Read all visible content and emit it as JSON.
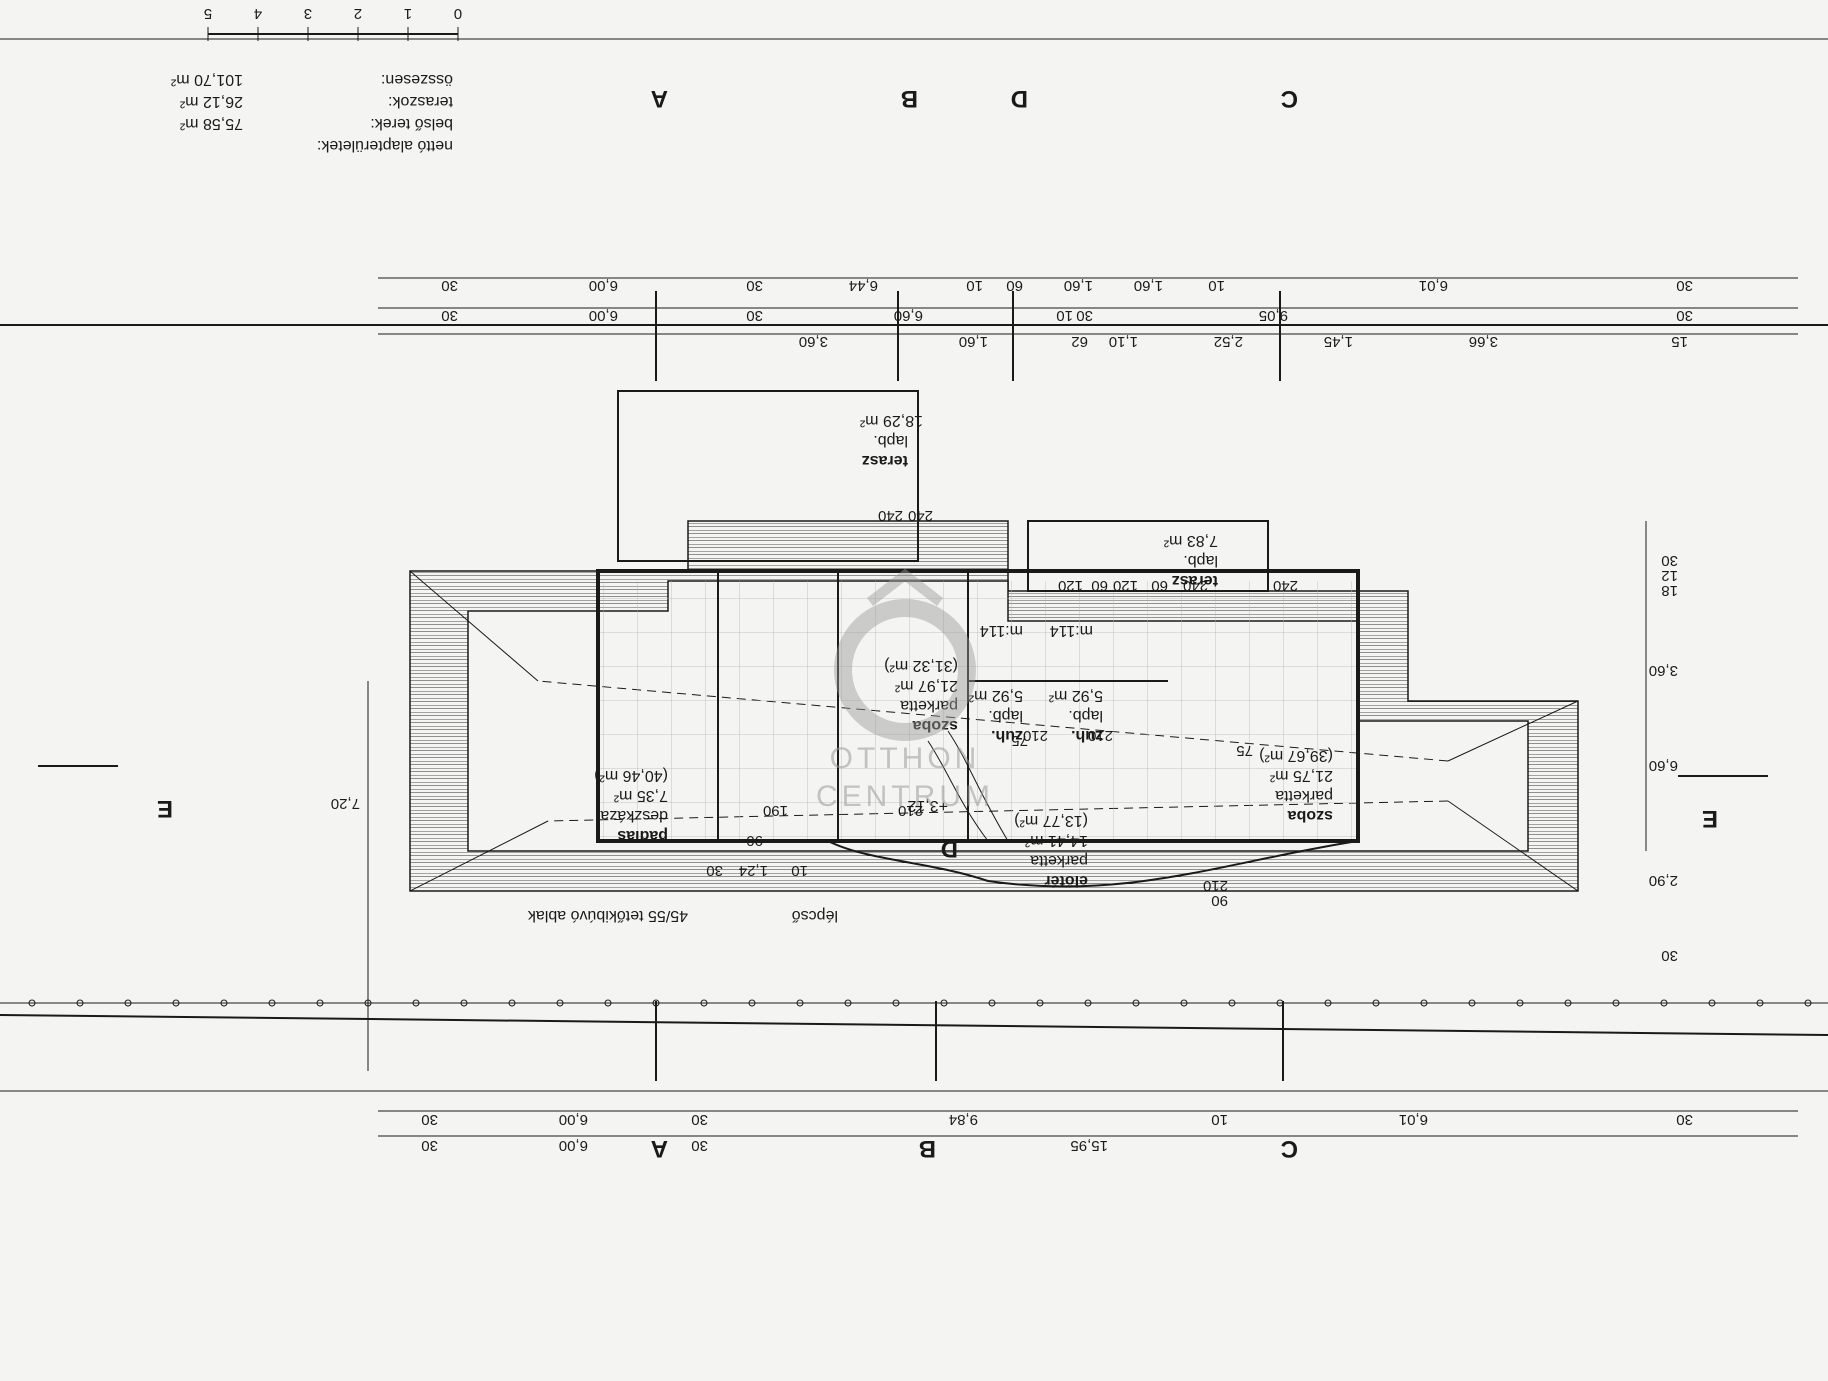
{
  "scale_bar": {
    "ticks": [
      "0",
      "1",
      "2",
      "3",
      "4",
      "5"
    ]
  },
  "areas_summary": {
    "heading": "nettó alapterületek:",
    "rows": [
      {
        "label": "belső terek:",
        "value": "75,58 m²"
      },
      {
        "label": "teraszok:",
        "value": "26,12 m²"
      },
      {
        "label": "összesen:",
        "value": "101,70 m²"
      }
    ]
  },
  "section_marks": {
    "A": "A",
    "B": "B",
    "C": "C",
    "D": "D",
    "E": "E"
  },
  "dims_top_row1": [
    "30",
    "6,00",
    "30",
    "6,44",
    "10",
    "60",
    "1,60",
    "1,60",
    "10",
    "6,01",
    "30"
  ],
  "dims_top_row2": [
    "30",
    "6,00",
    "30",
    "6,60",
    "10",
    "30",
    "9,05",
    "30"
  ],
  "dims_top_row3": [
    "3,60",
    "1,60",
    "62",
    "1,10",
    "2,52",
    "1,45",
    "3,66",
    "15"
  ],
  "dims_bottom_row1": [
    "30",
    "6,00",
    "30",
    "9,84",
    "15,95",
    "10",
    "6,01",
    "30"
  ],
  "dims_bottom_row2": [
    "30",
    "6,00",
    "30"
  ],
  "dims_right": [
    "30",
    "12",
    "18",
    "3,60",
    "6,60",
    "2,90",
    "30"
  ],
  "dim_left_7_20": "7,20",
  "rooms": {
    "terasz_top": {
      "name": "terasz",
      "floor": "lapb.",
      "area": "18,29 m²"
    },
    "terasz_right": {
      "name": "terasz",
      "floor": "lapb.",
      "area": "7,83 m²"
    },
    "szoba_left": {
      "name": "szoba",
      "floor": "parketta",
      "area": "21,97 m²",
      "area2": "(31,32 m²)"
    },
    "zuh_1": {
      "name": "zuh.",
      "floor": "lapb.",
      "area": "5,92 m²",
      "height": "m:114"
    },
    "zuh_2": {
      "name": "zuh.",
      "floor": "lapb.",
      "area": "5,92 m²",
      "height": "m:114"
    },
    "szoba_right": {
      "name": "szoba",
      "floor": "parketta",
      "area": "21,75 m²",
      "area2": "(39,67 m²)"
    },
    "eloter": {
      "name": "előtér",
      "floor": "parketta",
      "area": "14,41 m²",
      "area2": "(13,77 m²)"
    },
    "padlas": {
      "name": "padlás",
      "floor": "deszkázat",
      "area": "7,35 m²",
      "area2": "(40,46 m²)"
    }
  },
  "misc_labels": {
    "roof_window": "45/55 tetőkibúvó ablak",
    "stair": "lépcső",
    "level": "+3,12",
    "h240a": "240",
    "h240b": "240",
    "h240c": "240",
    "h240d": "240",
    "h120a": "120",
    "h60a": "60",
    "h120b": "120",
    "h60b": "60",
    "h210a": "210",
    "h210b": "210",
    "h210c": "210",
    "h210d": "210",
    "h75a": "75",
    "h75b": "75",
    "h90a": "90",
    "h90b": "90",
    "h190": "190",
    "h124": "1,24",
    "h30": "30",
    "h10": "10"
  },
  "watermark": {
    "text_top": "OTTHON",
    "text_bottom": "CENTRUM"
  }
}
